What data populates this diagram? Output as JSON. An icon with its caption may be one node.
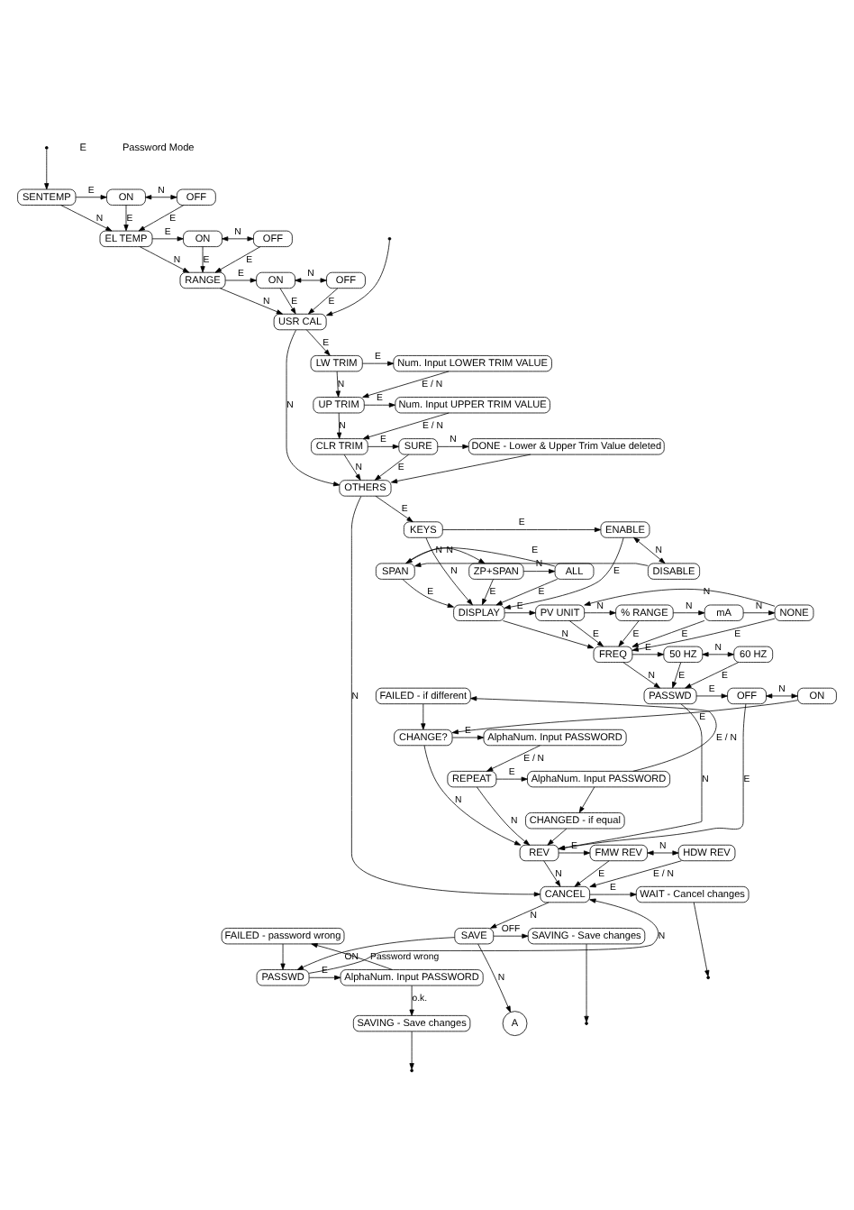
{
  "diagram": {
    "nodes": [
      {
        "text": [
          "SENTEMP"
        ]
      },
      {
        "text": [
          "ON"
        ]
      },
      {
        "text": [
          "OFF"
        ]
      },
      {
        "text": [
          "EL TEMP"
        ]
      },
      {
        "text": [
          "ON"
        ]
      },
      {
        "text": [
          "OFF"
        ]
      },
      {
        "text": [
          "RANGE"
        ]
      },
      {
        "text": [
          "ON"
        ]
      },
      {
        "text": [
          "OFF"
        ]
      },
      {
        "text": [
          "USR CAL"
        ]
      },
      {
        "text": [
          "LW TRIM"
        ]
      },
      {
        "text": [
          "Num. Input LOWER TRIM VALUE"
        ]
      },
      {
        "text": [
          "UP TRIM"
        ]
      },
      {
        "text": [
          "Num. Input UPPER TRIM VALUE"
        ]
      },
      {
        "text": [
          "CLR TRIM"
        ]
      },
      {
        "text": [
          "SURE"
        ]
      },
      {
        "text": [
          "DONE - Lower & Upper Trim Value deleted"
        ]
      },
      {
        "text": [
          "OTHERS"
        ]
      },
      {
        "text": [
          "KEYS"
        ]
      },
      {
        "text": [
          "ENABLE"
        ]
      },
      {
        "text": [
          "DISABLE"
        ]
      },
      {
        "text": [
          "SPAN"
        ]
      },
      {
        "text": [
          "ZP+SPAN"
        ]
      },
      {
        "text": [
          "ALL"
        ]
      },
      {
        "text": [
          "DISPLAY"
        ]
      },
      {
        "text": [
          "PV UNIT"
        ]
      },
      {
        "text": [
          "% RANGE"
        ]
      },
      {
        "text": [
          "mA"
        ]
      },
      {
        "text": [
          "NONE"
        ]
      },
      {
        "text": [
          "FREQ"
        ]
      },
      {
        "text": [
          "50 HZ"
        ]
      },
      {
        "text": [
          "60 HZ"
        ]
      },
      {
        "text": [
          "PASSWD"
        ]
      },
      {
        "text": [
          "OFF"
        ]
      },
      {
        "text": [
          "ON"
        ]
      },
      {
        "text": [
          "FAILED - if different"
        ]
      },
      {
        "text": [
          "CHANGE?"
        ]
      },
      {
        "text": [
          "AlphaNum. Input PASSWORD"
        ]
      },
      {
        "text": [
          "REPEAT"
        ]
      },
      {
        "text": [
          "AlphaNum. Input PASSWORD"
        ]
      },
      {
        "text": [
          "CHANGED - if equal"
        ]
      },
      {
        "text": [
          "REV"
        ]
      },
      {
        "text": [
          "FMW REV"
        ]
      },
      {
        "text": [
          "HDW REV"
        ]
      },
      {
        "text": [
          "CANCEL"
        ]
      },
      {
        "text": [
          "WAIT - Cancel changes"
        ]
      },
      {
        "text": [
          "SAVE"
        ]
      },
      {
        "text": [
          "SAVING - Save changes"
        ]
      },
      {
        "text": [
          "FAILED - password wrong"
        ]
      },
      {
        "text": [
          "PASSWD"
        ]
      },
      {
        "text": [
          "AlphaNum. Input PASSWORD"
        ]
      },
      {
        "text": [
          "SAVING - Save changes"
        ]
      },
      {
        "text": [
          "A"
        ]
      }
    ],
    "edges": [
      {
        "from": null,
        "to": 0,
        "arrow": "to"
      },
      {
        "from": null,
        "to": 9,
        "arrow": "to"
      },
      {
        "from": 0,
        "to": 1,
        "arrow": "to",
        "label": "E"
      },
      {
        "from": 1,
        "to": 2,
        "arrow": "both",
        "label": "N"
      },
      {
        "from": 0,
        "to": 3,
        "arrow": "to",
        "label": "N"
      },
      {
        "from": 1,
        "to": 3,
        "arrow": "to",
        "label": "E"
      },
      {
        "from": 2,
        "to": 3,
        "arrow": "to",
        "label": "E"
      },
      {
        "from": 3,
        "to": 4,
        "arrow": "to",
        "label": "E"
      },
      {
        "from": 4,
        "to": 5,
        "arrow": "both",
        "label": "N"
      },
      {
        "from": 3,
        "to": 6,
        "arrow": "to",
        "label": "N"
      },
      {
        "from": 4,
        "to": 6,
        "arrow": "to",
        "label": "E"
      },
      {
        "from": 5,
        "to": 6,
        "arrow": "to",
        "label": "E"
      },
      {
        "from": 6,
        "to": 7,
        "arrow": "to",
        "label": "E"
      },
      {
        "from": 7,
        "to": 8,
        "arrow": "both",
        "label": "N"
      },
      {
        "from": 6,
        "to": 9,
        "arrow": "to",
        "label": "N"
      },
      {
        "from": 7,
        "to": 9,
        "arrow": "to",
        "label": "E"
      },
      {
        "from": 8,
        "to": 9,
        "arrow": "to",
        "label": "E"
      },
      {
        "from": 9,
        "to": 10,
        "arrow": "to",
        "label": "E"
      },
      {
        "from": 9,
        "to": 17,
        "arrow": "to",
        "label": "N"
      },
      {
        "from": 10,
        "to": 11,
        "arrow": "to",
        "label": "E"
      },
      {
        "from": 11,
        "to": 12,
        "arrow": "to",
        "label": "E / N"
      },
      {
        "from": 10,
        "to": 12,
        "arrow": "to",
        "label": "N"
      },
      {
        "from": 12,
        "to": 13,
        "arrow": "to",
        "label": "E"
      },
      {
        "from": 13,
        "to": 14,
        "arrow": "to",
        "label": "E / N"
      },
      {
        "from": 12,
        "to": 14,
        "arrow": "to",
        "label": "N"
      },
      {
        "from": 14,
        "to": 15,
        "arrow": "to",
        "label": "E"
      },
      {
        "from": 15,
        "to": 16,
        "arrow": "to",
        "label": "N"
      },
      {
        "from": 15,
        "to": 17,
        "arrow": "to",
        "label": "E"
      },
      {
        "from": 14,
        "to": 17,
        "arrow": "to",
        "label": "N"
      },
      {
        "from": 16,
        "to": 17,
        "arrow": "to"
      },
      {
        "from": 17,
        "to": 18,
        "arrow": "to",
        "label": "E"
      },
      {
        "from": 17,
        "to": 44,
        "arrow": "to",
        "label": "N"
      },
      {
        "from": 18,
        "to": 19,
        "arrow": "to",
        "label": "E"
      },
      {
        "from": 19,
        "to": 20,
        "arrow": "both",
        "label": "N"
      },
      {
        "from": 19,
        "to": 24,
        "arrow": "to",
        "label": "E"
      },
      {
        "from": 20,
        "to": 21,
        "arrow": "to",
        "label": "E"
      },
      {
        "from": 21,
        "to": 22,
        "arrow": "to",
        "label": "N"
      },
      {
        "from": 22,
        "to": 23,
        "arrow": "to",
        "label": "N"
      },
      {
        "from": 23,
        "to": 21,
        "arrow": "to",
        "label": "N"
      },
      {
        "from": 21,
        "to": 24,
        "arrow": "to",
        "label": "E"
      },
      {
        "from": 22,
        "to": 24,
        "arrow": "to",
        "label": "E"
      },
      {
        "from": 23,
        "to": 24,
        "arrow": "to",
        "label": "E"
      },
      {
        "from": 18,
        "to": 24,
        "arrow": "to",
        "label": "N"
      },
      {
        "from": 24,
        "to": 25,
        "arrow": "to",
        "label": "E"
      },
      {
        "from": 25,
        "to": 26,
        "arrow": "to",
        "label": "N"
      },
      {
        "from": 26,
        "to": 27,
        "arrow": "to",
        "label": "N"
      },
      {
        "from": 27,
        "to": 28,
        "arrow": "to",
        "label": "N"
      },
      {
        "from": 28,
        "to": 25,
        "arrow": "to",
        "label": "N"
      },
      {
        "from": 25,
        "to": 29,
        "arrow": "to",
        "label": "E"
      },
      {
        "from": 26,
        "to": 29,
        "arrow": "to",
        "label": "E"
      },
      {
        "from": 27,
        "to": 29,
        "arrow": "to",
        "label": "E"
      },
      {
        "from": 28,
        "to": 29,
        "arrow": "to",
        "label": "E"
      },
      {
        "from": 24,
        "to": 29,
        "arrow": "to",
        "label": "N"
      },
      {
        "from": 29,
        "to": 30,
        "arrow": "to",
        "label": "E"
      },
      {
        "from": 30,
        "to": 31,
        "arrow": "both",
        "label": "N"
      },
      {
        "from": 30,
        "to": 32,
        "arrow": "to",
        "label": "E"
      },
      {
        "from": 31,
        "to": 32,
        "arrow": "to",
        "label": "E"
      },
      {
        "from": 29,
        "to": 32,
        "arrow": "to",
        "label": "N"
      },
      {
        "from": 32,
        "to": 33,
        "arrow": "to",
        "label": "E"
      },
      {
        "from": 33,
        "to": 34,
        "arrow": "both",
        "label": "N"
      },
      {
        "from": 34,
        "to": 36,
        "arrow": "to",
        "label": "E"
      },
      {
        "from": 33,
        "to": 41,
        "arrow": "to",
        "label": "E"
      },
      {
        "from": 36,
        "to": 37,
        "arrow": "to",
        "label": "E"
      },
      {
        "from": 36,
        "to": 41,
        "arrow": "to",
        "label": "N"
      },
      {
        "from": 37,
        "to": 38,
        "arrow": "to",
        "label": "E / N"
      },
      {
        "from": 38,
        "to": 39,
        "arrow": "to",
        "label": "E"
      },
      {
        "from": 38,
        "to": 41,
        "arrow": "to",
        "label": "N"
      },
      {
        "from": 39,
        "to": 35,
        "arrow": "to",
        "label": "E / N"
      },
      {
        "from": 39,
        "to": 40,
        "arrow": "to"
      },
      {
        "from": 35,
        "to": 36,
        "arrow": "to"
      },
      {
        "from": 40,
        "to": 41,
        "arrow": "to"
      },
      {
        "from": 32,
        "to": 41,
        "arrow": "to",
        "label": "N"
      },
      {
        "from": 41,
        "to": 42,
        "arrow": "to",
        "label": "E"
      },
      {
        "from": 42,
        "to": 43,
        "arrow": "both",
        "label": "N"
      },
      {
        "from": 41,
        "to": 44,
        "arrow": "to",
        "label": "N"
      },
      {
        "from": 42,
        "to": 44,
        "arrow": "to",
        "label": "E"
      },
      {
        "from": 43,
        "to": 44,
        "arrow": "to",
        "label": "E / N"
      },
      {
        "from": 44,
        "to": 45,
        "arrow": "to",
        "label": "E"
      },
      {
        "from": 44,
        "to": 46,
        "arrow": "to",
        "label": "N"
      },
      {
        "from": 45,
        "to": null,
        "arrow": "to"
      },
      {
        "from": 46,
        "to": 47,
        "arrow": "to",
        "label": "OFF"
      },
      {
        "from": 46,
        "to": 49,
        "arrow": "to",
        "label": "ON"
      },
      {
        "from": 47,
        "to": null,
        "arrow": "to"
      },
      {
        "from": 46,
        "to": 52,
        "arrow": "to",
        "label": "N"
      },
      {
        "from": 49,
        "to": 50,
        "arrow": "to",
        "label": "E"
      },
      {
        "from": 49,
        "to": 44,
        "arrow": "to",
        "label": "N"
      },
      {
        "from": 50,
        "to": 48,
        "arrow": "to",
        "label": "Password wrong"
      },
      {
        "from": 50,
        "to": 51,
        "arrow": "to",
        "label": "o.k."
      },
      {
        "from": 48,
        "to": 49,
        "arrow": "to"
      },
      {
        "from": 51,
        "to": null,
        "arrow": "to"
      }
    ],
    "labels": [
      "E",
      "Password Mode"
    ]
  }
}
